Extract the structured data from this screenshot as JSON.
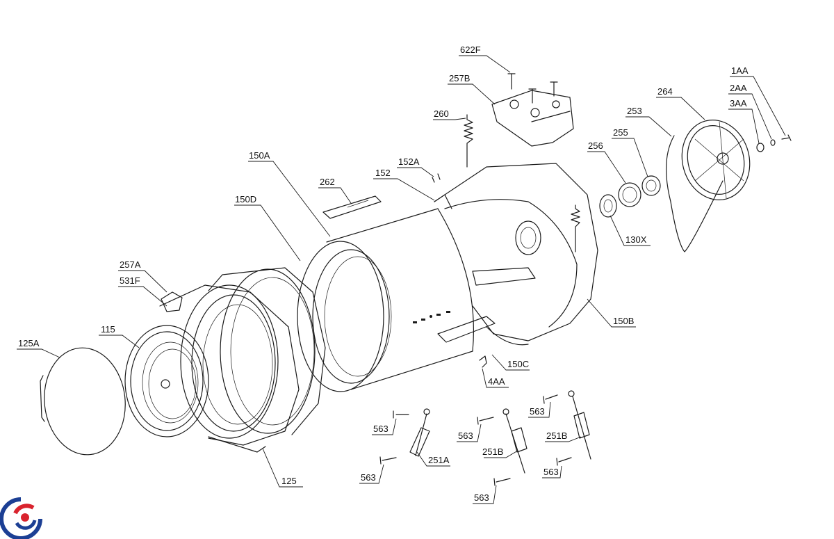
{
  "callouts": [
    {
      "id": "622F",
      "label": "622F"
    },
    {
      "id": "257B",
      "label": "257B"
    },
    {
      "id": "260",
      "label": "260"
    },
    {
      "id": "152A",
      "label": "152A"
    },
    {
      "id": "152",
      "label": "152"
    },
    {
      "id": "262",
      "label": "262"
    },
    {
      "id": "150A",
      "label": "150A"
    },
    {
      "id": "150D",
      "label": "150D"
    },
    {
      "id": "257A",
      "label": "257A"
    },
    {
      "id": "531F",
      "label": "531F"
    },
    {
      "id": "115",
      "label": "115"
    },
    {
      "id": "125A",
      "label": "125A"
    },
    {
      "id": "125",
      "label": "125"
    },
    {
      "id": "264",
      "label": "264"
    },
    {
      "id": "253",
      "label": "253"
    },
    {
      "id": "255",
      "label": "255"
    },
    {
      "id": "256",
      "label": "256"
    },
    {
      "id": "130X",
      "label": "130X"
    },
    {
      "id": "1AA",
      "label": "1AA"
    },
    {
      "id": "2AA",
      "label": "2AA"
    },
    {
      "id": "3AA",
      "label": "3AA"
    },
    {
      "id": "150B",
      "label": "150B"
    },
    {
      "id": "150C",
      "label": "150C"
    },
    {
      "id": "4AA",
      "label": "4AA"
    },
    {
      "id": "563a",
      "label": "563"
    },
    {
      "id": "563b",
      "label": "563"
    },
    {
      "id": "563c",
      "label": "563"
    },
    {
      "id": "563d",
      "label": "563"
    },
    {
      "id": "563e",
      "label": "563"
    },
    {
      "id": "563f",
      "label": "563"
    },
    {
      "id": "251A",
      "label": "251A"
    },
    {
      "id": "251B_1",
      "label": "251B"
    },
    {
      "id": "251B_2",
      "label": "251B"
    }
  ],
  "logo": {
    "colors": {
      "blue": "#1c3f94",
      "red": "#d9232e"
    }
  }
}
